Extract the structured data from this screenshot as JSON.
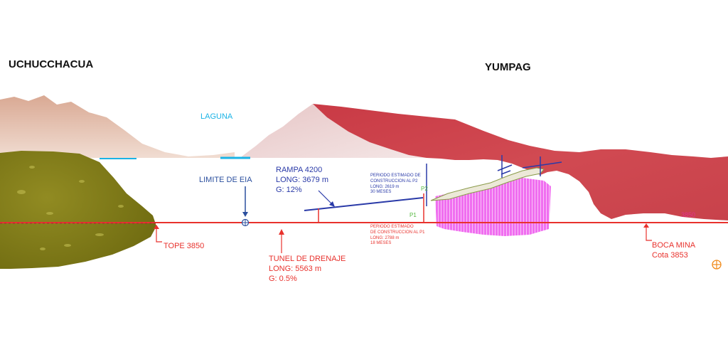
{
  "titles": {
    "left": "UCHUCCHACUA",
    "right": "YUMPAG"
  },
  "labels": {
    "laguna": "LAGUNA",
    "limite_eia": "LIMITE DE EIA",
    "rampa": {
      "name": "RAMPA 4200",
      "long": "LONG: 3679 m",
      "grade": "G: 12%"
    },
    "periodo_p2": [
      "PERIODO ESTIMADO DE",
      "CONSTRUCCION  AL P2",
      "LONG: 2619 m",
      "30 MESES"
    ],
    "periodo_p1": [
      "PERIODO ESTIMADO",
      "DE CONSTRUCCION AL P1",
      "LONG: 2788 m",
      "18 MESES"
    ],
    "p1": "P1",
    "p2": "P2",
    "tope": "TOPE 3850",
    "tunel": {
      "name": "TUNEL DE DRENAJE",
      "long": "LONG: 5563 m",
      "grade": "G: 0.5%"
    },
    "boca": {
      "name": "BOCA MINA",
      "cota": "Cota 3853"
    },
    "elev_marker": "3850"
  },
  "colors": {
    "tunnel": "#e8322d",
    "ramp": "#2a3aa8",
    "laguna": "#1ab3e6",
    "eia": "#2b4f9e",
    "red_mountain": "#cc3f49",
    "left_mountain": "#d8a58e",
    "olive_body": "#7e7a16",
    "orebody": "#ee55e8",
    "p_label": "#55b840",
    "elev_marker": "#e0308f"
  }
}
